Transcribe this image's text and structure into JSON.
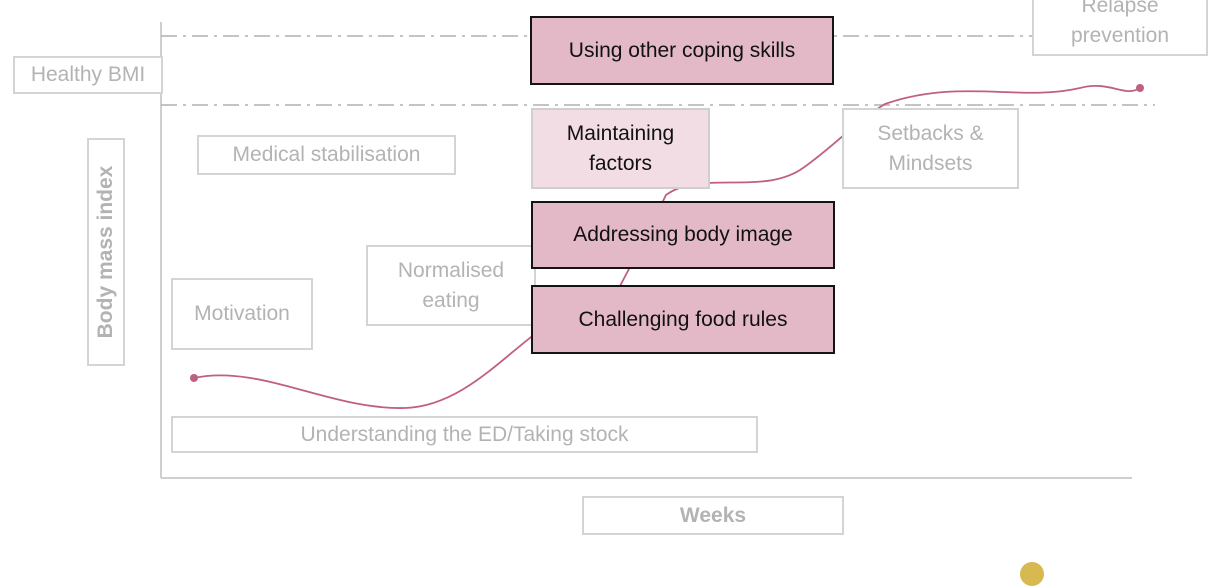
{
  "title": "",
  "axes": {
    "y_label": "Body mass index",
    "x_label": "Weeks",
    "reference_label": "Healthy BMI"
  },
  "stages": {
    "relapse_prevention": "Relapse\nprevention",
    "medical_stabilisation": "Medical stabilisation",
    "setbacks_mindsets": "Setbacks &\nMindsets",
    "normalised_eating": "Normalised\neating",
    "motivation": "Motivation",
    "understanding": "Understanding the ED/Taking stock"
  },
  "highlighted": {
    "coping_skills": "Using other coping skills",
    "maintaining_factors": "Maintaining\nfactors",
    "body_image": "Addressing body image",
    "food_rules": "Challenging food rules"
  },
  "colors": {
    "curve": "#c0607f",
    "highlight_fill": "#e3b9c8",
    "light_fill": "#f3dde5",
    "faded_text": "#b3b3b3",
    "faded_border": "#d4d4d4"
  }
}
